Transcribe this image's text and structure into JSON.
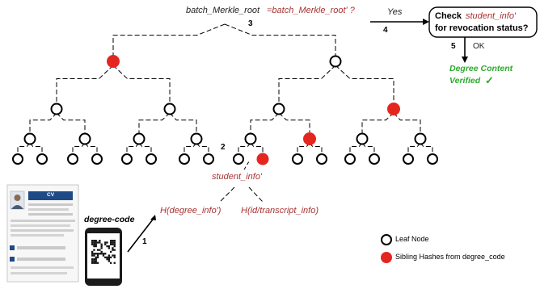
{
  "colors": {
    "red_text": "#a83232",
    "green_text": "#2eaa2e",
    "node_fill_red": "#e52620",
    "node_stroke": "#000000",
    "cv_header": "#1f4a86"
  },
  "root": {
    "label": "batch_Merkle_root",
    "compare": "=batch_Merkle_root' ?"
  },
  "steps": {
    "s1": "1",
    "s2": "2",
    "s3": "3",
    "s4": "4",
    "s5": "5"
  },
  "decision": {
    "yes": "Yes",
    "check_prefix": "Check",
    "check_var": "student_info'",
    "check_suffix": "for revocation status?",
    "ok": "OK",
    "result_line1": "Degree Content",
    "result_line2": "Verified",
    "checkmark": "✓"
  },
  "hashes": {
    "student_info": "student_info'",
    "degree_hash": "H(degree_info')",
    "id_hash": "H(id/transcript_info)"
  },
  "document": {
    "cv_label": "CV",
    "qr_caption": "degree-code"
  },
  "legend": {
    "leaf": "Leaf Node",
    "sibling": "Sibling Hashes from degree_code"
  },
  "icons": [
    "user-avatar-icon",
    "qr-code-icon",
    "phone-icon",
    "checkmark-icon"
  ]
}
